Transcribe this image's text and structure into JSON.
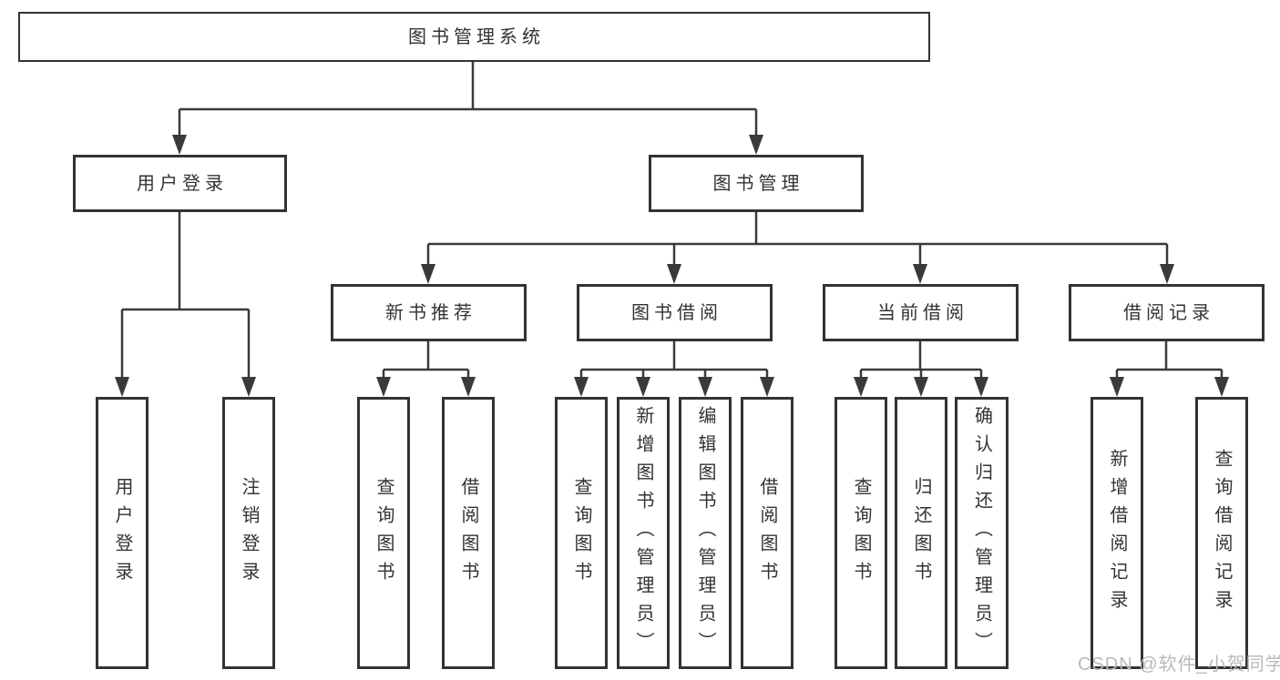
{
  "diagram": {
    "title": "图书管理系统",
    "type": "functional-structure-tree",
    "watermark": "CSDN @软件_小贺同学",
    "colors": {
      "background": "#ffffff",
      "box_border": "#333333",
      "box_fill": "#ffffff",
      "text": "#333333",
      "connector": "#3a3a3a",
      "watermark": "#b9b9b9"
    }
  },
  "nodes": {
    "root": {
      "label": "图书管理系统"
    },
    "user_login": {
      "label": "用户登录"
    },
    "book_mgmt": {
      "label": "图书管理"
    },
    "new_book_rec": {
      "label": "新书推荐"
    },
    "book_borrow": {
      "label": "图书借阅"
    },
    "current_borrow": {
      "label": "当前借阅"
    },
    "borrow_records": {
      "label": "借阅记录"
    },
    "leaf_user_login": {
      "label": "用户登录"
    },
    "leaf_logout": {
      "label": "注销登录"
    },
    "leaf_query_book_1": {
      "label": "查询图书"
    },
    "leaf_borrow_book_1": {
      "label": "借阅图书"
    },
    "leaf_query_book_2": {
      "label": "查询图书"
    },
    "leaf_add_book": {
      "label": "新增图书（管理员）"
    },
    "leaf_edit_book": {
      "label": "编辑图书（管理员）"
    },
    "leaf_borrow_book_2": {
      "label": "借阅图书"
    },
    "leaf_query_book_3": {
      "label": "查询图书"
    },
    "leaf_return_book": {
      "label": "归还图书"
    },
    "leaf_confirm_return": {
      "label": "确认归还（管理员）"
    },
    "leaf_add_record": {
      "label": "新增借阅记录"
    },
    "leaf_query_record": {
      "label": "查询借阅记录"
    }
  },
  "edges": [
    {
      "from": "图书管理系统",
      "to": "用户登录"
    },
    {
      "from": "图书管理系统",
      "to": "图书管理"
    },
    {
      "from": "用户登录",
      "to": "用户登录"
    },
    {
      "from": "用户登录",
      "to": "注销登录"
    },
    {
      "from": "图书管理",
      "to": "新书推荐"
    },
    {
      "from": "图书管理",
      "to": "图书借阅"
    },
    {
      "from": "图书管理",
      "to": "当前借阅"
    },
    {
      "from": "图书管理",
      "to": "借阅记录"
    },
    {
      "from": "新书推荐",
      "to": "查询图书"
    },
    {
      "from": "新书推荐",
      "to": "借阅图书"
    },
    {
      "from": "图书借阅",
      "to": "查询图书"
    },
    {
      "from": "图书借阅",
      "to": "新增图书（管理员）"
    },
    {
      "from": "图书借阅",
      "to": "编辑图书（管理员）"
    },
    {
      "from": "图书借阅",
      "to": "借阅图书"
    },
    {
      "from": "当前借阅",
      "to": "查询图书"
    },
    {
      "from": "当前借阅",
      "to": "归还图书"
    },
    {
      "from": "当前借阅",
      "to": "确认归还（管理员）"
    },
    {
      "from": "借阅记录",
      "to": "新增借阅记录"
    },
    {
      "from": "借阅记录",
      "to": "查询借阅记录"
    }
  ]
}
